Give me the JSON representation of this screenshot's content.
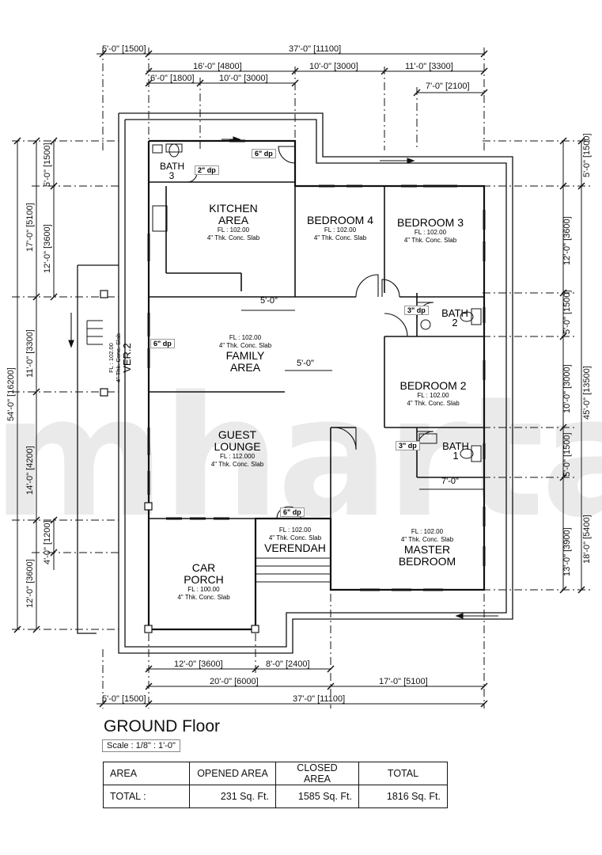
{
  "watermark": "mhartana",
  "dims_top": {
    "left_offset": "5'-0\" [1500]",
    "overall": "37'-0\" [11100]",
    "d16": "16'-0\" [4800]",
    "d10a": "10'-0\" [3000]",
    "d11": "11'-0\" [3300]",
    "d6": "6'-0\" [1800]",
    "d10b": "10'-0\" [3000]",
    "d7": "7'-0\" [2100]"
  },
  "dims_left": {
    "overall": "54'-0\" [16200]",
    "d17": "17'-0\" [5100]",
    "d5": "5'-0\" [1500]",
    "d12": "12'-0\" [3600]",
    "d11": "11'-0\" [3300]",
    "d14": "14'-0\" [4200]",
    "d4": "4'-0\" [1200]",
    "d12b": "12'-0\" [3600]"
  },
  "dims_right": {
    "overall": "45'-0\" [13500]",
    "d5a": "5'-0\" [1500]",
    "d12": "12'-0\" [3600]",
    "d5b": "5'-0\" [1500]",
    "d10": "10'-0\" [3000]",
    "d18": "18'-0\" [5400]",
    "d5c": "5'-0\" [1500]",
    "d13": "13'-0\" [3900]"
  },
  "dims_bottom": {
    "d12": "12'-0\" [3600]",
    "d8": "8'-0\" [2400]",
    "d20": "20'-0\" [6000]",
    "d17": "17'-0\" [5100]",
    "left_offset": "5'-0\" [1500]",
    "overall": "37'-0\" [11100]"
  },
  "inner_dims": {
    "kitchen_5": "5'-0\"",
    "family_5": "5'-0\"",
    "master_7": "7'-0\""
  },
  "rooms": {
    "bath3": {
      "l1": "BATH",
      "l2": "3"
    },
    "kitchen": {
      "l1": "KITCHEN",
      "l2": "AREA",
      "fl": "FL : 102.00",
      "slab": "4\" Thk. Conc. Slab"
    },
    "bedroom4": {
      "l1": "BEDROOM 4",
      "fl": "FL : 102.00",
      "slab": "4\" Thk. Conc. Slab"
    },
    "bedroom3": {
      "l1": "BEDROOM 3",
      "fl": "FL : 102.00",
      "slab": "4\" Thk. Conc. Slab"
    },
    "bath2": {
      "l1": "BATH",
      "l2": "2"
    },
    "family": {
      "fl": "FL : 102.00",
      "slab": "4\" Thk. Conc. Slab",
      "l1": "FAMILY",
      "l2": "AREA"
    },
    "verandah2": {
      "l1": "VER.2",
      "fl": "FL : 102.00",
      "slab": "4\" Thk. Conc. Slab"
    },
    "bedroom2": {
      "l1": "BEDROOM 2",
      "fl": "FL : 102.00",
      "slab": "4\" Thk. Conc. Slab"
    },
    "bath1": {
      "l1": "BATH",
      "l2": "1"
    },
    "guest": {
      "l1": "GUEST",
      "l2": "LOUNGE",
      "fl": "FL : 112.000",
      "slab": "4\" Thk. Conc. Slab"
    },
    "verendah": {
      "fl": "FL : 102.00",
      "slab": "4\" Thk. Conc. Slab",
      "l1": "VERENDAH"
    },
    "master": {
      "fl": "FL : 102.00",
      "slab": "4\" Thk. Conc. Slab",
      "l1": "MASTER",
      "l2": "BEDROOM"
    },
    "porch": {
      "l1": "CAR",
      "l2": "PORCH",
      "fl": "FL : 100.00",
      "slab": "4\" Thk. Conc. Slab"
    }
  },
  "drop_labels": {
    "dp_kitchen_6": "6\"",
    "dp_kitchen": "dp",
    "dp_bath3_2": "2\"",
    "dp_bath3": "dp",
    "dp_ver_6": "6\"",
    "dp_ver": "dp",
    "dp_bath2_3": "3\"",
    "dp_bath2": "dp",
    "dp_bath1_3": "3\"",
    "dp_bath1": "dp",
    "dp_verendah_6": "6\"",
    "dp_verendah": "dp"
  },
  "floor_title": "GROUND Floor",
  "scale": "Scale : 1/8\" : 1'-0\"",
  "area_table": {
    "headers": [
      "AREA",
      "OPENED AREA",
      "CLOSED AREA",
      "TOTAL"
    ],
    "row": [
      "TOTAL :",
      "231 Sq. Ft.",
      "1585 Sq. Ft.",
      "1816 Sq. Ft."
    ]
  }
}
